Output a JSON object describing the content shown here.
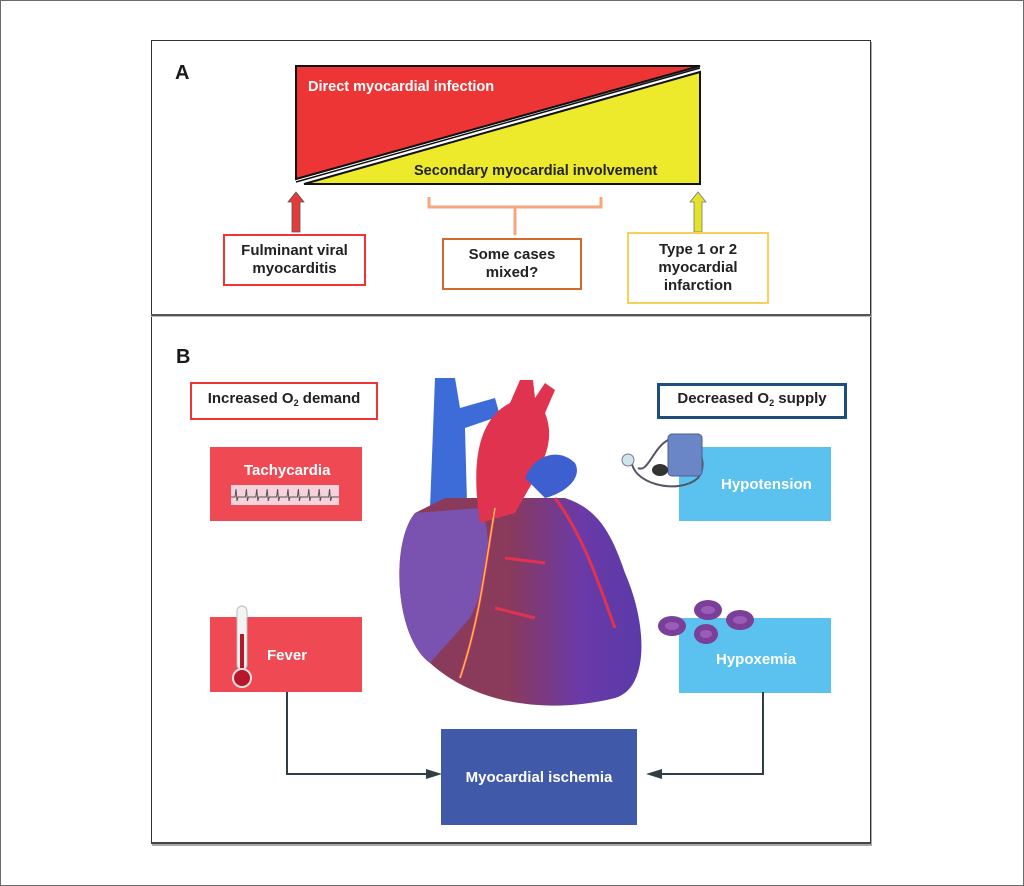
{
  "panel_a": {
    "letter": "A",
    "triangle": {
      "upper_label": "Direct myocardial infection",
      "lower_label": "Secondary myocardial involvement",
      "upper_color": "#ee3535",
      "lower_color": "#ecea2a"
    },
    "boxes": [
      {
        "text": "Fulminant viral myocarditis",
        "line1": "Fulminant viral",
        "line2": "myocarditis",
        "border": "#ee3535"
      },
      {
        "text": "Some cases mixed?",
        "line1": "Some cases",
        "line2": "mixed?",
        "border": "#d2692f"
      },
      {
        "text": "Type 1 or 2 myocardial infarction",
        "line1": "Type 1 or 2",
        "line2": "myocardial",
        "line3": "infarction",
        "border": "#f5d15a"
      }
    ],
    "bracket_color": "#f6a77e"
  },
  "panel_b": {
    "letter": "B",
    "left_header": {
      "pre": "Increased O",
      "sub": "2",
      "post": " demand",
      "border": "#ee3535"
    },
    "right_header": {
      "pre": "Decreased O",
      "sub": "2",
      "post": " supply",
      "border": "#1f4e7d"
    },
    "left_items": [
      {
        "label": "Tachycardia",
        "icon": "ecg-strip-icon"
      },
      {
        "label": "Fever",
        "icon": "thermometer-icon"
      }
    ],
    "right_items": [
      {
        "label": "Hypotension",
        "icon": "blood-pressure-cuff-icon"
      },
      {
        "label": "Hypoxemia",
        "icon": "red-blood-cells-icon"
      }
    ],
    "center_image": "heart-illustration",
    "outcome": "Myocardial ischemia",
    "colors": {
      "red_box": "#ef4a53",
      "blue_box": "#5bc1ee",
      "outcome_box": "#405aa9",
      "connector": "#2f3d44"
    }
  }
}
